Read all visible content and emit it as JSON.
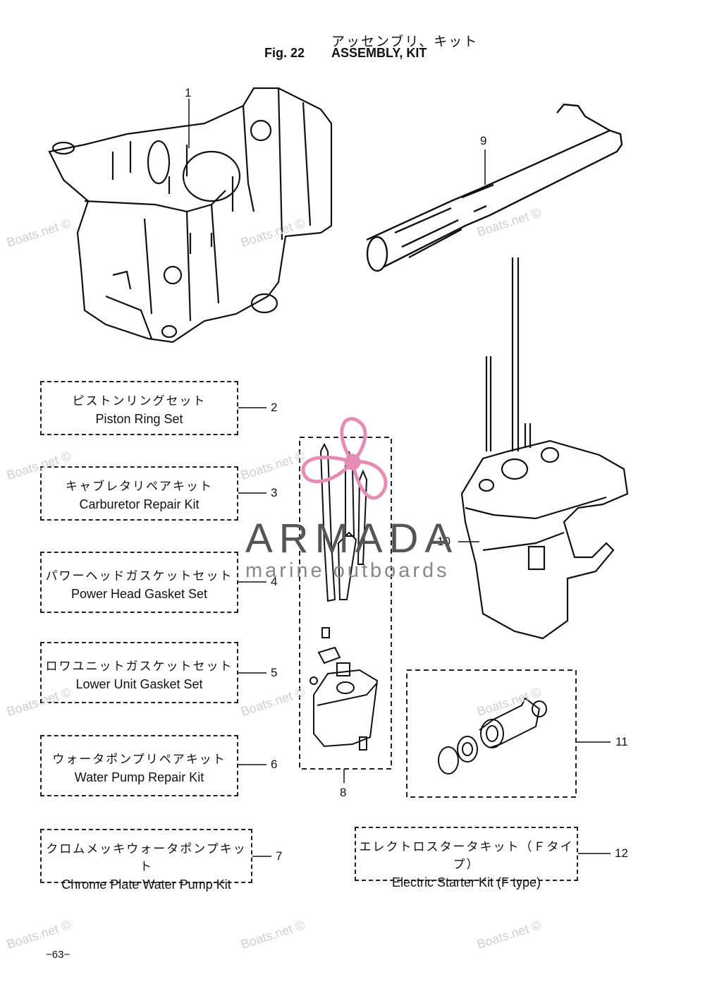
{
  "header": {
    "title_jp": "アッセンブリ、キット",
    "figure": "Fig. 22",
    "title": "ASSEMBLY, KIT"
  },
  "callouts": {
    "n1": "1",
    "n8": "8",
    "n9": "9",
    "n10": "10",
    "n11": "11"
  },
  "kits": [
    {
      "no": "2",
      "jp": "ピストンリングセット",
      "en": "Piston Ring Set"
    },
    {
      "no": "3",
      "jp": "キャブレタリペアキット",
      "en": "Carburetor Repair Kit"
    },
    {
      "no": "4",
      "jp": "パワーヘッドガスケットセット",
      "en": "Power Head Gasket Set"
    },
    {
      "no": "5",
      "jp": "ロワユニットガスケットセット",
      "en": "Lower Unit Gasket Set"
    },
    {
      "no": "6",
      "jp": "ウォータポンプリペアキット",
      "en": "Water Pump Repair Kit"
    },
    {
      "no": "7",
      "jp": "クロムメッキウォータポンプキット",
      "en": "Chrome Plate Water  Pump Kit"
    },
    {
      "no": "12",
      "jp": "エレクトロスタータキット（Ｆタイプ）",
      "en": "Electric Starter Kit (F type)"
    }
  ],
  "watermark": {
    "brand": "ARMADA",
    "tagline": "marine outboards",
    "site": "Boats.net ©"
  },
  "page_number": "−63−",
  "colors": {
    "accent_pink": "#e58db4",
    "ink": "#111111",
    "watermark_gray": "#cfcfcf"
  }
}
